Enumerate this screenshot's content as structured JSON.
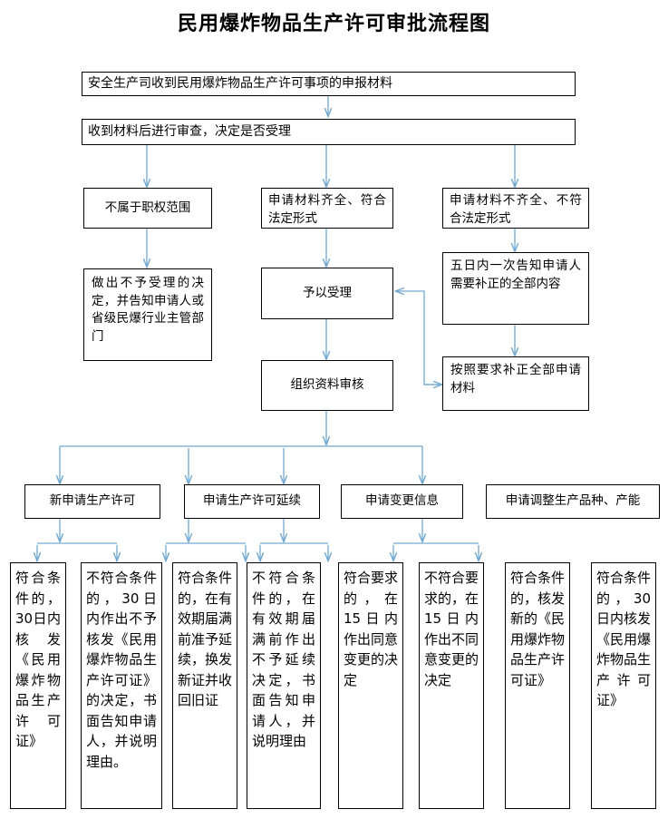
{
  "title": "民用爆炸物品生产许可审批流程图",
  "theme": {
    "box_border": "#000000",
    "connector": "#74a9cf",
    "background": "#ffffff",
    "text": "#000000"
  },
  "nodes": {
    "intake": "安全生产司收到民用爆炸物品生产许可事项的申报材料",
    "review": "收到材料后进行审查，决定是否受理",
    "out_of_scope": "不属于职权范围",
    "materials_complete": "申请材料齐全、符合法定形式",
    "materials_incomplete": "申请材料不齐全、不符合法定形式",
    "refuse_accept": "做出不予受理的决定，并告知申请人或省级民爆行业主管部门",
    "accept": "予以受理",
    "notify_corrections": "五日内一次告知申请人需要补正的全部内容",
    "organize_review": "组织资料审核",
    "submit_corrections": "按照要求补正全部申请材料"
  },
  "branches": [
    {
      "label": "新申请生产许可"
    },
    {
      "label": "申请生产许可延续"
    },
    {
      "label": "申请变更信息"
    },
    {
      "label": "申请调整生产品种、产能"
    }
  ],
  "outcomes": [
    {
      "text": "符合条件的，30日内核发《民用爆炸物品生产许可证》"
    },
    {
      "text": "不符合条件的，30日内作出不予核发《民用爆炸物品生产许可证》的决定，书面告知申请人，并说明理由。"
    },
    {
      "text": "符合条件的，在有效期届满前准予延续，换发新证并收回旧证"
    },
    {
      "text": "不符合条件的，在有效期届满前作出不予延续决定，书面告知申请人，并说明理由"
    },
    {
      "text": "符合要求的，在15日内作出同意变更的决定"
    },
    {
      "text": "不符合要求的，在15日内作出不同意变更的决定"
    },
    {
      "text": "符合条件的，核发新的《民用爆炸物品生产许可证》"
    },
    {
      "text": "符合条件的，30日内核发《民用爆炸物品生产许可证》"
    }
  ]
}
